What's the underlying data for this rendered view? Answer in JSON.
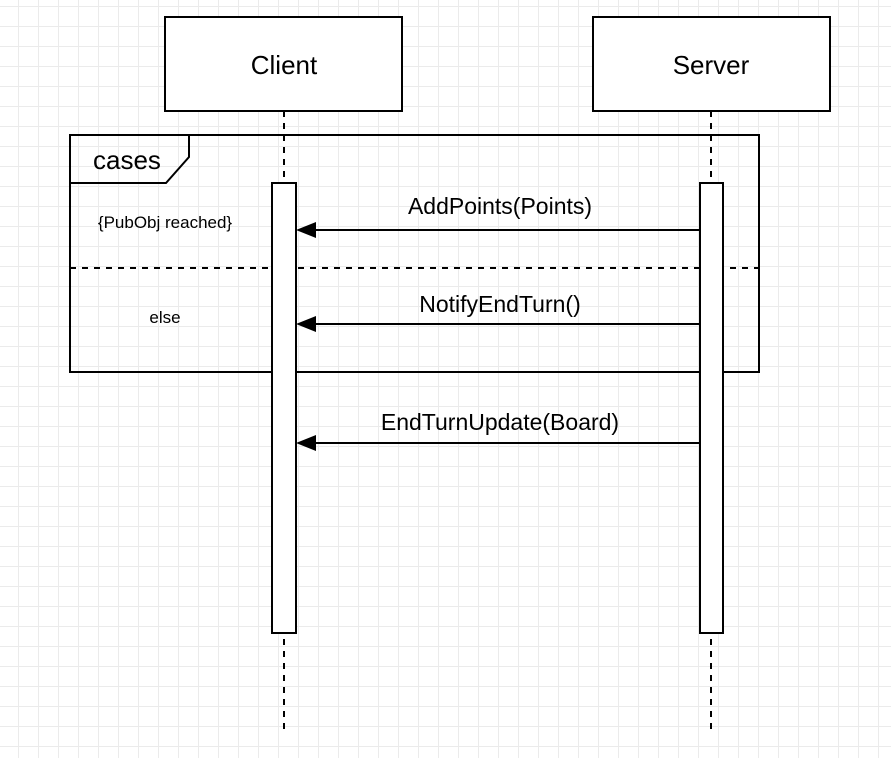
{
  "participants": {
    "client": {
      "label": "Client"
    },
    "server": {
      "label": "Server"
    }
  },
  "fragment": {
    "operator": "cases",
    "guards": [
      "{PubObj reached}",
      "else"
    ]
  },
  "messages": [
    {
      "from": "Server",
      "to": "Client",
      "label": "AddPoints(Points)"
    },
    {
      "from": "Server",
      "to": "Client",
      "label": "NotifyEndTurn()"
    },
    {
      "from": "Server",
      "to": "Client",
      "label": "EndTurnUpdate(Board)"
    }
  ]
}
